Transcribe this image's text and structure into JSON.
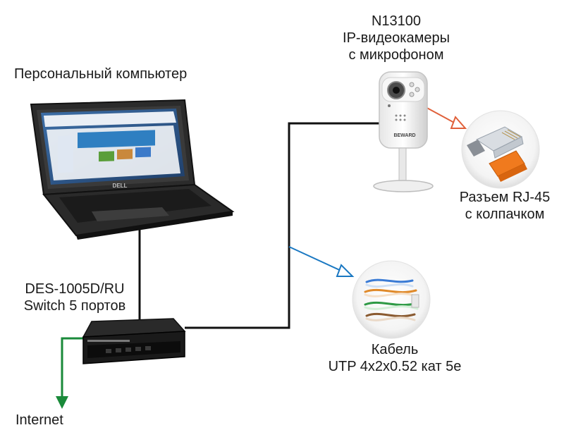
{
  "camera": {
    "model": "N13100",
    "type": "IP-видеокамеры",
    "feature": "с микрофоном",
    "brand": "BEWARD"
  },
  "computer": {
    "label": "Персональный компьютер",
    "brand": "DELL"
  },
  "switch": {
    "model": "DES-1005D/RU",
    "ports": "Switch 5 портов"
  },
  "connector": {
    "line1": "Разъем RJ-45",
    "line2": "с колпачком"
  },
  "cable": {
    "line1": "Кабель",
    "line2": "UTP 4x2x0.52 кат 5е"
  },
  "internet": {
    "label": "Internet"
  },
  "colors": {
    "wire": "#111111",
    "internet_arrow": "#1a8a3a",
    "connector_arrow": "#e0603a",
    "cable_arrow": "#1a78c2"
  }
}
